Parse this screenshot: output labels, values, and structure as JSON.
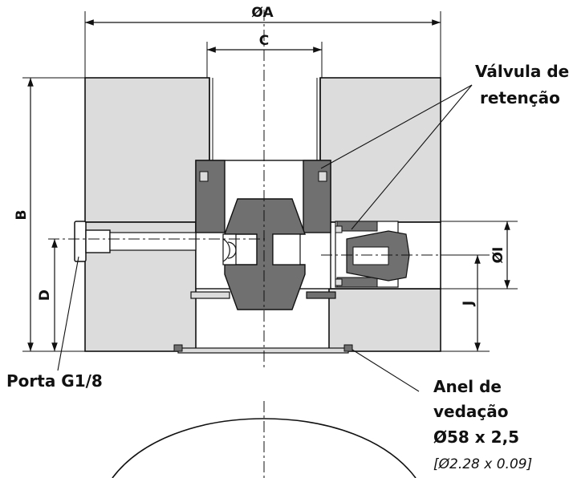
{
  "dimensions": {
    "diameter_a": "ØA",
    "c": "C",
    "b": "B",
    "d": "D",
    "j": "J",
    "diameter_i": "ØI"
  },
  "callouts": {
    "check_valve_line1": "Válvula de",
    "check_valve_line2": "retenção",
    "port": "Porta G1/8",
    "seal_line1": "Anel de",
    "seal_line2": "vedação",
    "seal_size": "Ø58 x 2,5",
    "seal_size_inch": "[Ø2.28 x 0.09]"
  },
  "colors": {
    "body_fill": "#dcdcdc",
    "dark_part": "#707070",
    "line": "#111111"
  }
}
